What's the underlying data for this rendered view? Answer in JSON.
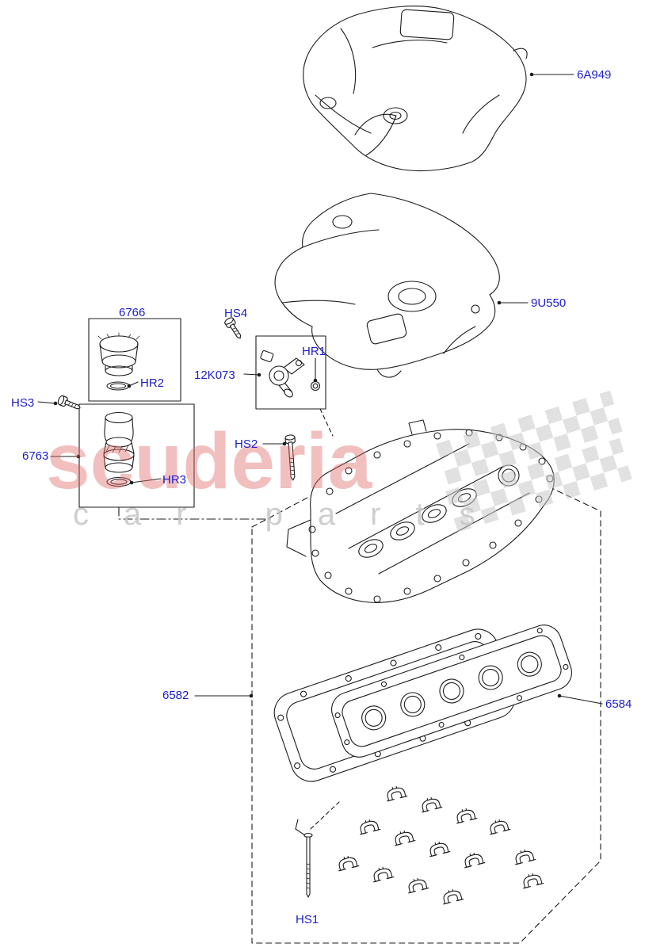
{
  "colors": {
    "label": "#1d1dc9",
    "line": "#1c1c1c",
    "brand": "#e06666",
    "subtitle": "#c6c6c6",
    "checker": "#c9c9c9"
  },
  "watermark": {
    "brand": "scuderia",
    "subtitle": "car parts"
  },
  "callouts": [
    {
      "id": "6A949",
      "text": "6A949"
    },
    {
      "id": "9U550",
      "text": "9U550"
    },
    {
      "id": "6766",
      "text": "6766"
    },
    {
      "id": "HS4",
      "text": "HS4"
    },
    {
      "id": "HR1",
      "text": "HR1"
    },
    {
      "id": "12K073",
      "text": "12K073"
    },
    {
      "id": "HR2",
      "text": "HR2"
    },
    {
      "id": "HS3",
      "text": "HS3"
    },
    {
      "id": "6763",
      "text": "6763"
    },
    {
      "id": "HR3",
      "text": "HR3"
    },
    {
      "id": "HS2",
      "text": "HS2"
    },
    {
      "id": "6582",
      "text": "6582"
    },
    {
      "id": "6584",
      "text": "6584"
    },
    {
      "id": "HS1",
      "text": "HS1"
    }
  ]
}
